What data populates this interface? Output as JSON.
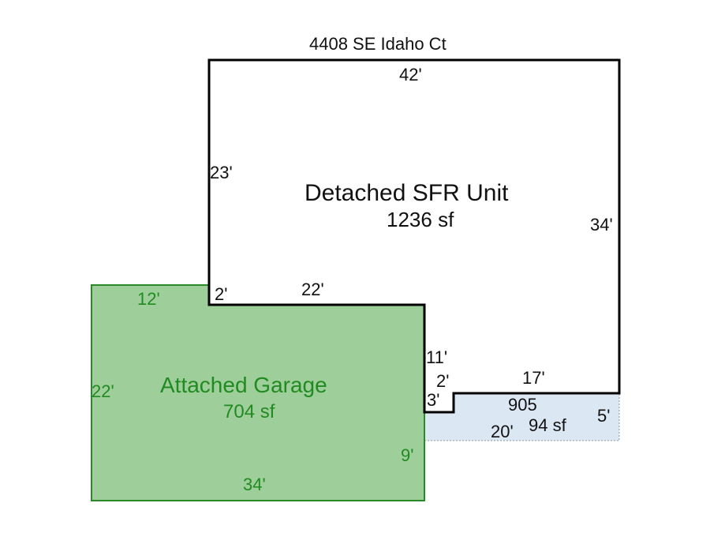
{
  "address": "4408 SE Idaho Ct",
  "colors": {
    "house_stroke": "#000000",
    "garage_fill": "#9ecf9a",
    "garage_stroke": "#2a8a2a",
    "garage_text": "#218a21",
    "patio_fill": "#dbe7f3",
    "patio_stroke": "#8a9aa8"
  },
  "house": {
    "name": "Detached SFR Unit",
    "area": "1236 sf",
    "dims": {
      "top": "42'",
      "left": "23'",
      "right": "34'",
      "left_jog": "2'",
      "inner": "22'",
      "step_vertical": "11'",
      "step_jog": "2'",
      "step_notch": "3'",
      "bottom": "17'"
    }
  },
  "garage": {
    "name": "Attached Garage",
    "area": "704 sf",
    "dims": {
      "top": "12'",
      "left": "22'",
      "bottom": "34'",
      "right": "9'"
    }
  },
  "patio": {
    "name": "905",
    "area": "94 sf",
    "dims": {
      "bottom": "20'",
      "right": "5'"
    }
  }
}
